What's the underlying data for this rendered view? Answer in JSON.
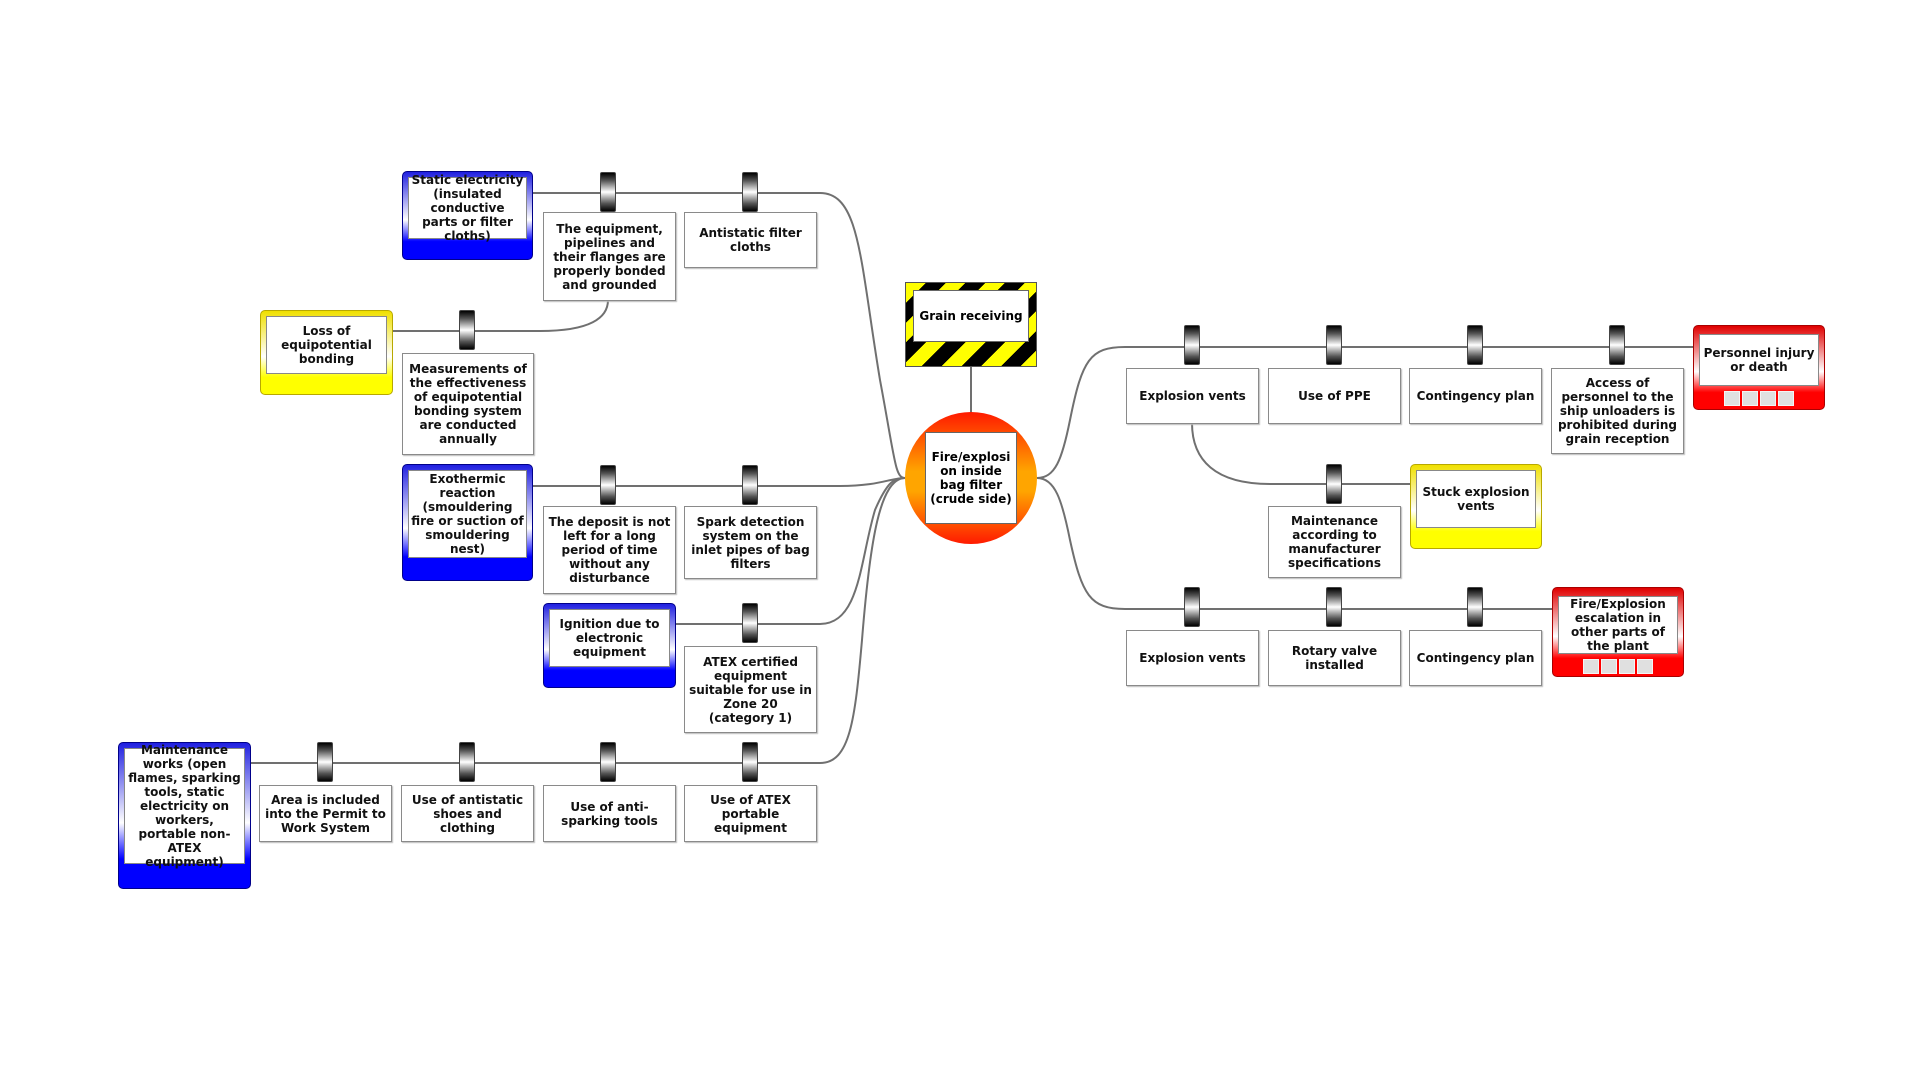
{
  "diagram": {
    "type": "bowtie",
    "hazard": {
      "label": "Grain receiving"
    },
    "top_event": {
      "label": "Fire/explosi on inside bag filter (crude side)"
    },
    "threats": [
      {
        "id": "t1",
        "label": "Static electricity (insulated conductive parts or filter cloths)",
        "color": "blue",
        "barriers": [
          {
            "label": "The equipment, pipelines and their flanges are properly bonded and grounded"
          },
          {
            "label": "Antistatic filter cloths"
          }
        ],
        "escalation": {
          "factor": {
            "label": "Loss of equipotential bonding",
            "color": "yellow"
          },
          "barriers": [
            {
              "label": "Measurements of the effectiveness of equipotential bonding system are conducted annually"
            }
          ]
        }
      },
      {
        "id": "t2",
        "label": "Exothermic reaction (smouldering fire or suction of smouldering nest)",
        "color": "blue",
        "barriers": [
          {
            "label": "The deposit is not left for a long period of time without any disturbance"
          },
          {
            "label": "Spark detection system on the inlet pipes of bag filters"
          }
        ]
      },
      {
        "id": "t3",
        "label": "Ignition due to electronic equipment",
        "color": "blue",
        "barriers": [
          {
            "label": "ATEX certified equipment suitable for use in Zone 20 (category 1)"
          }
        ]
      },
      {
        "id": "t4",
        "label": "Maintenance works (open flames, sparking tools, static electricity on workers, portable non-ATEX equipment)",
        "color": "blue",
        "barriers": [
          {
            "label": "Area is included into the Permit to Work System"
          },
          {
            "label": "Use of antistatic shoes and clothing"
          },
          {
            "label": "Use of anti-sparking tools"
          },
          {
            "label": "Use of ATEX portable equipment"
          }
        ]
      }
    ],
    "consequences": [
      {
        "id": "c1",
        "label": "Personnel injury or death",
        "color": "red",
        "risk_cells": 4,
        "barriers": [
          {
            "label": "Explosion vents"
          },
          {
            "label": "Use of PPE"
          },
          {
            "label": "Contingency plan"
          },
          {
            "label": "Access of personnel to the ship unloaders is prohibited during grain reception"
          }
        ],
        "escalation": {
          "factor": {
            "label": "Stuck explosion vents",
            "color": "yellow"
          },
          "barriers": [
            {
              "label": "Maintenance according to manufacturer specifications"
            }
          ]
        }
      },
      {
        "id": "c2",
        "label": "Fire/Explosion escalation in other parts of the plant",
        "color": "red",
        "risk_cells": 4,
        "barriers": [
          {
            "label": "Explosion vents"
          },
          {
            "label": "Rotary valve installed"
          },
          {
            "label": "Contingency plan"
          }
        ]
      }
    ],
    "colors": {
      "threat": "#0000ff",
      "escalation_factor": "#ffff00",
      "consequence": "#ff0000",
      "top_event_outer": "#ff1a00",
      "top_event_inner": "#ffa500",
      "hazard_stripe_a": "#ffff00",
      "hazard_stripe_b": "#000000",
      "connector": "#707070"
    }
  }
}
